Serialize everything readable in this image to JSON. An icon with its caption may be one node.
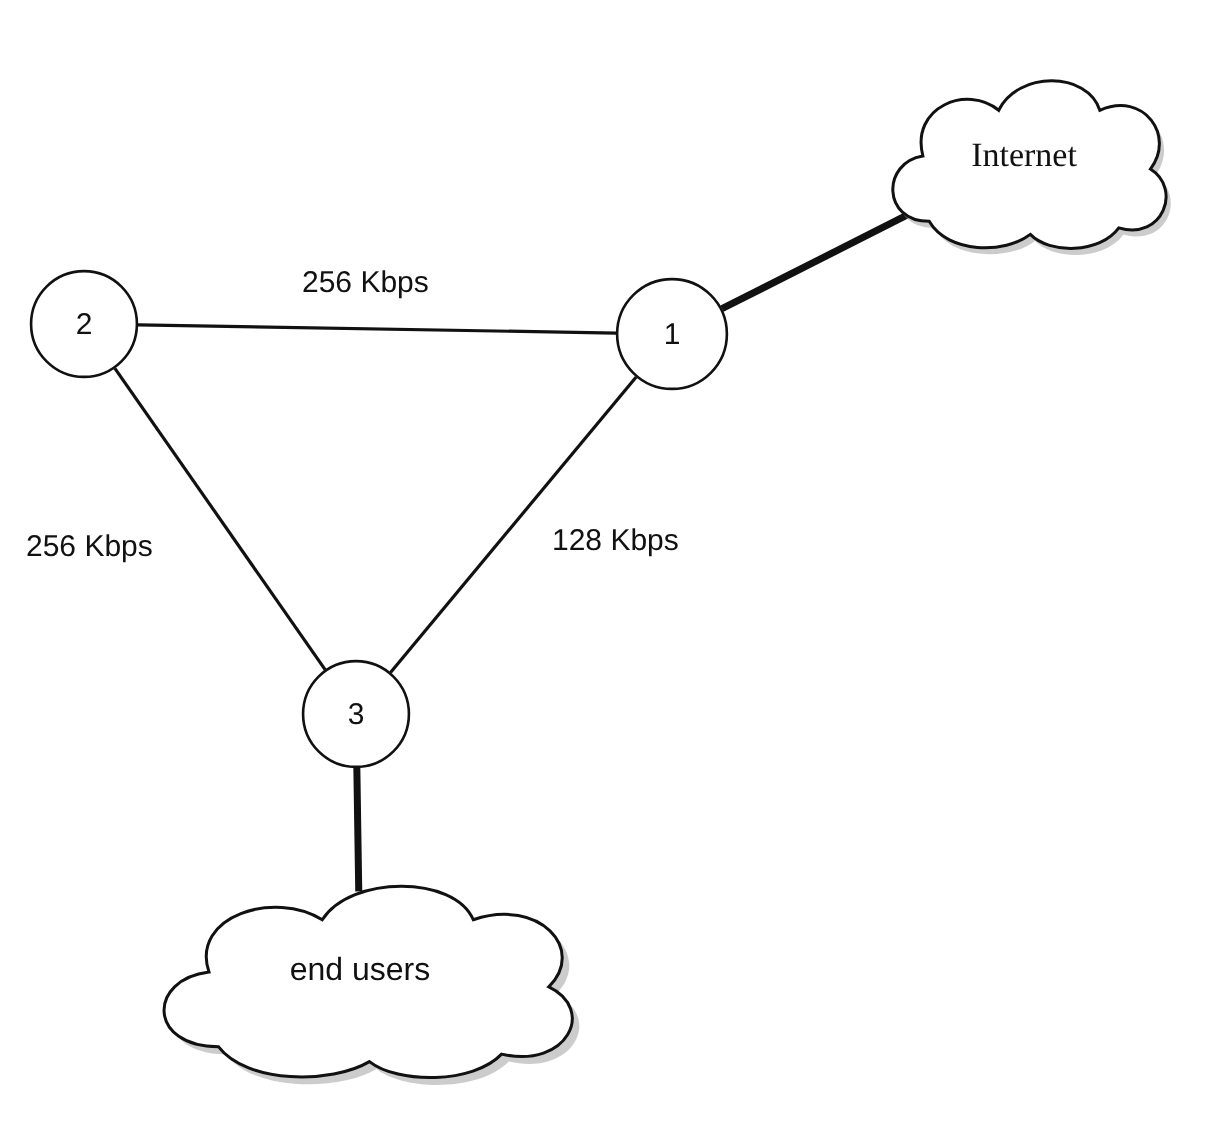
{
  "diagram": {
    "nodes": [
      {
        "text": [
          "Internet"
        ]
      },
      {
        "text": [
          "2"
        ]
      },
      {
        "text": [
          "1"
        ]
      },
      {
        "text": [
          "3"
        ]
      },
      {
        "text": [
          "end users"
        ]
      }
    ],
    "edges": [
      {
        "from": 1,
        "to": 2,
        "arrow": "none",
        "label": "256 Kbps"
      },
      {
        "from": 2,
        "to": 0,
        "arrow": "none",
        "style": "thick"
      },
      {
        "from": 1,
        "to": 3,
        "arrow": "none",
        "label": "256 Kbps"
      },
      {
        "from": 2,
        "to": 3,
        "arrow": "none",
        "label": "128 Kbps"
      },
      {
        "from": 3,
        "to": 4,
        "arrow": "none",
        "style": "thick"
      }
    ]
  }
}
